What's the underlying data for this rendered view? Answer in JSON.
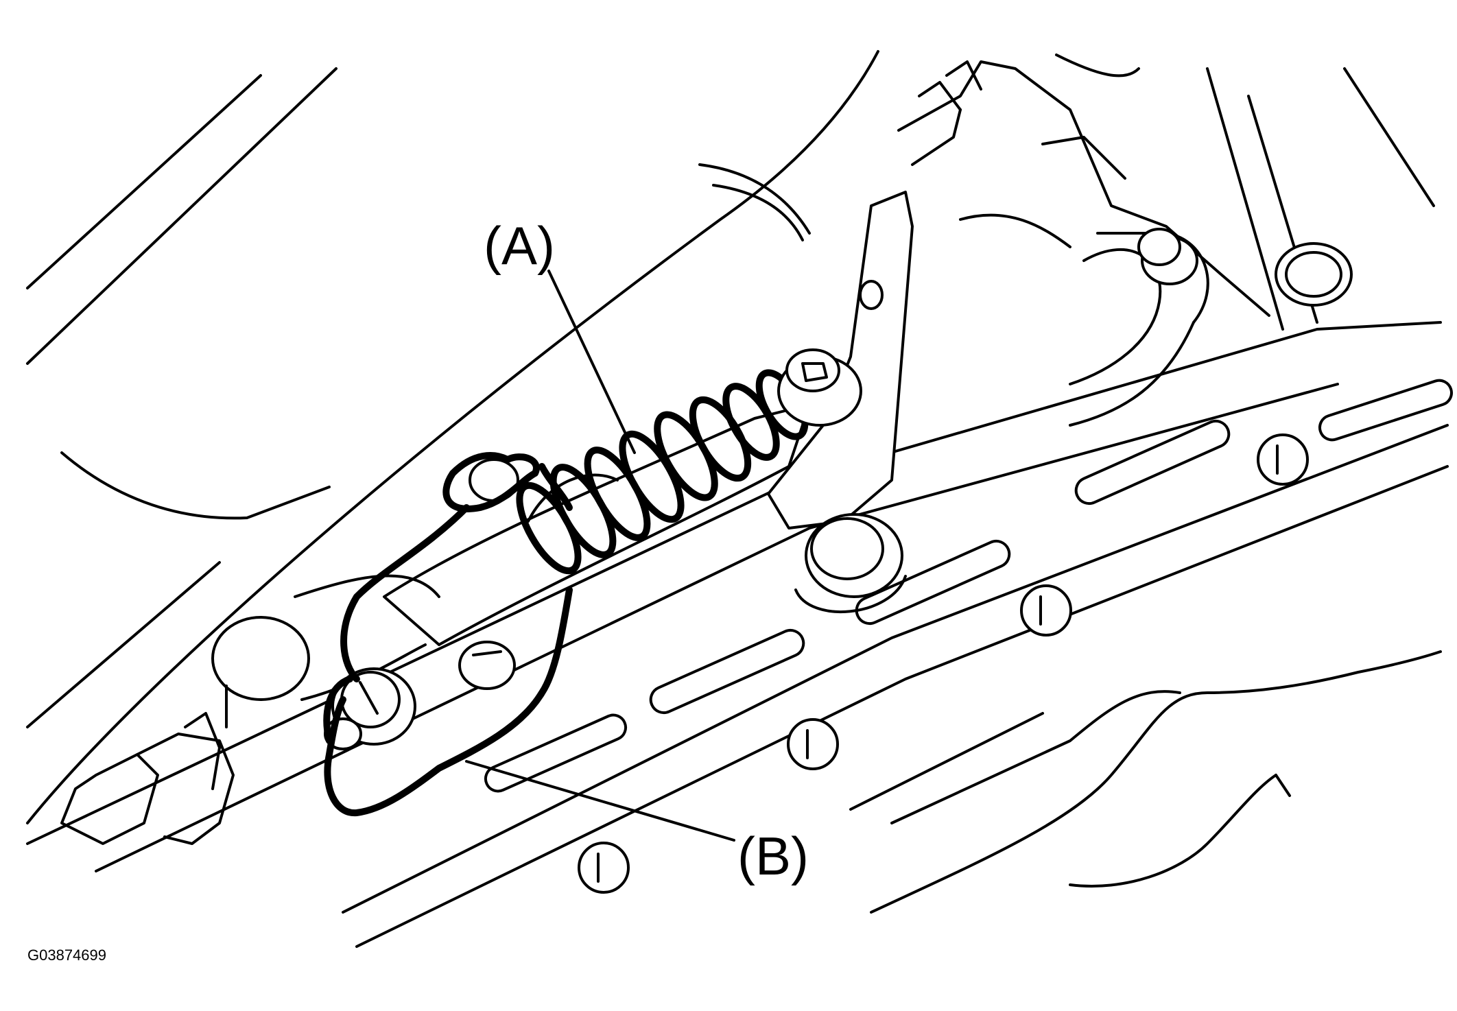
{
  "callouts": {
    "a": {
      "label": "(A)"
    },
    "b": {
      "label": "(B)"
    }
  },
  "figure_id": "G03874699",
  "colors": {
    "line": "#000000",
    "background": "#ffffff"
  }
}
